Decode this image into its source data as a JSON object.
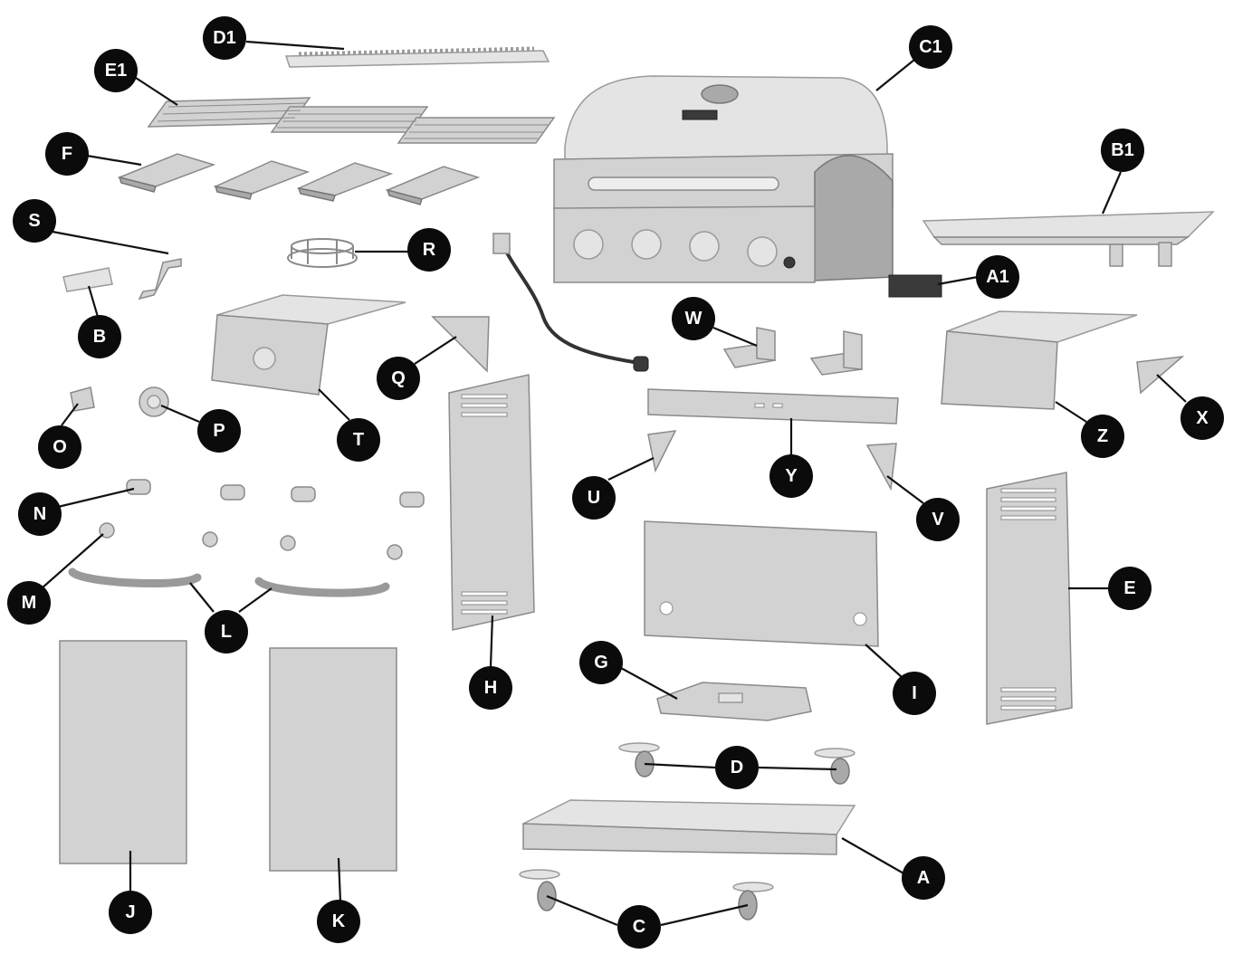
{
  "diagram": {
    "callouts": [
      {
        "id": "D1",
        "label": "D1"
      },
      {
        "id": "E1",
        "label": "E1"
      },
      {
        "id": "C1",
        "label": "C1"
      },
      {
        "id": "F",
        "label": "F"
      },
      {
        "id": "B1",
        "label": "B1"
      },
      {
        "id": "S",
        "label": "S"
      },
      {
        "id": "R",
        "label": "R"
      },
      {
        "id": "A1",
        "label": "A1"
      },
      {
        "id": "B",
        "label": "B"
      },
      {
        "id": "W",
        "label": "W"
      },
      {
        "id": "Q",
        "label": "Q"
      },
      {
        "id": "T",
        "label": "T"
      },
      {
        "id": "O",
        "label": "O"
      },
      {
        "id": "P",
        "label": "P"
      },
      {
        "id": "Z",
        "label": "Z"
      },
      {
        "id": "X",
        "label": "X"
      },
      {
        "id": "Y",
        "label": "Y"
      },
      {
        "id": "U",
        "label": "U"
      },
      {
        "id": "N",
        "label": "N"
      },
      {
        "id": "V",
        "label": "V"
      },
      {
        "id": "M",
        "label": "M"
      },
      {
        "id": "L",
        "label": "L"
      },
      {
        "id": "E",
        "label": "E"
      },
      {
        "id": "G",
        "label": "G"
      },
      {
        "id": "H",
        "label": "H"
      },
      {
        "id": "I",
        "label": "I"
      },
      {
        "id": "D",
        "label": "D"
      },
      {
        "id": "A",
        "label": "A"
      },
      {
        "id": "J",
        "label": "J"
      },
      {
        "id": "K",
        "label": "K"
      },
      {
        "id": "C",
        "label": "C"
      }
    ]
  }
}
